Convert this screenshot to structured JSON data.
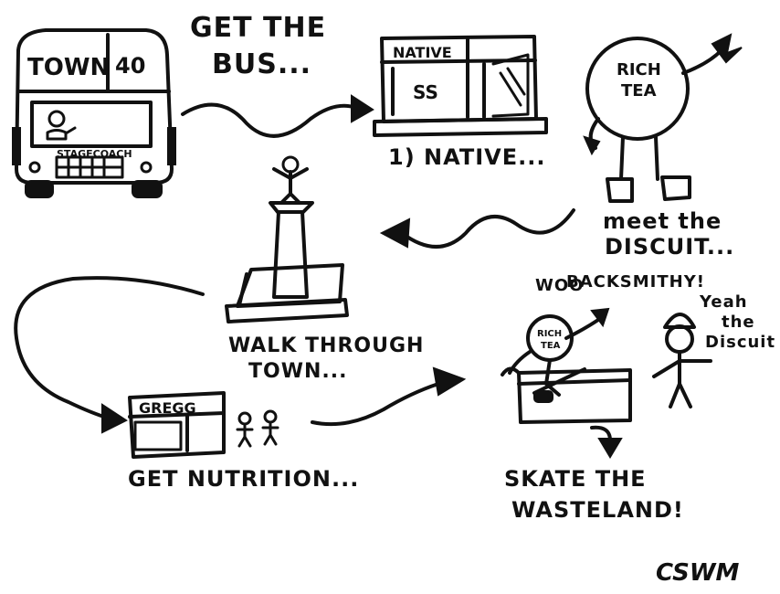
{
  "steps": {
    "bus_label": "GET THE BUS...",
    "bus_line1": "GET THE",
    "bus_line2": "BUS...",
    "native_label": "1) NATIVE...",
    "biscuit_line1": "meet the",
    "biscuit_line2": "DISCUIT...",
    "walk_line1": "WALK THROUGH",
    "walk_line2": "TOWN...",
    "nutrition_label": "GET NUTRITION...",
    "skate_line1": "SKATE THE",
    "skate_line2": "WASTELAND!"
  },
  "bus": {
    "destination": "TOWN",
    "route_number": "40",
    "operator": "STAGECOACH"
  },
  "native_sign": "NATIVE",
  "native_window_text": "SS",
  "biscuit_text_line1": "RICH",
  "biscuit_text_line2": "TEA",
  "gregg_sign": "GREGG",
  "speech": {
    "woo": "WOO",
    "smithy": "BACKSMITHY!",
    "yeah_line1": "Yeah",
    "yeah_line2": "the",
    "yeah_line3": "Discuit"
  },
  "skate_biscuit_line1": "RICH",
  "skate_biscuit_line2": "TEA",
  "signature": "CSWM"
}
